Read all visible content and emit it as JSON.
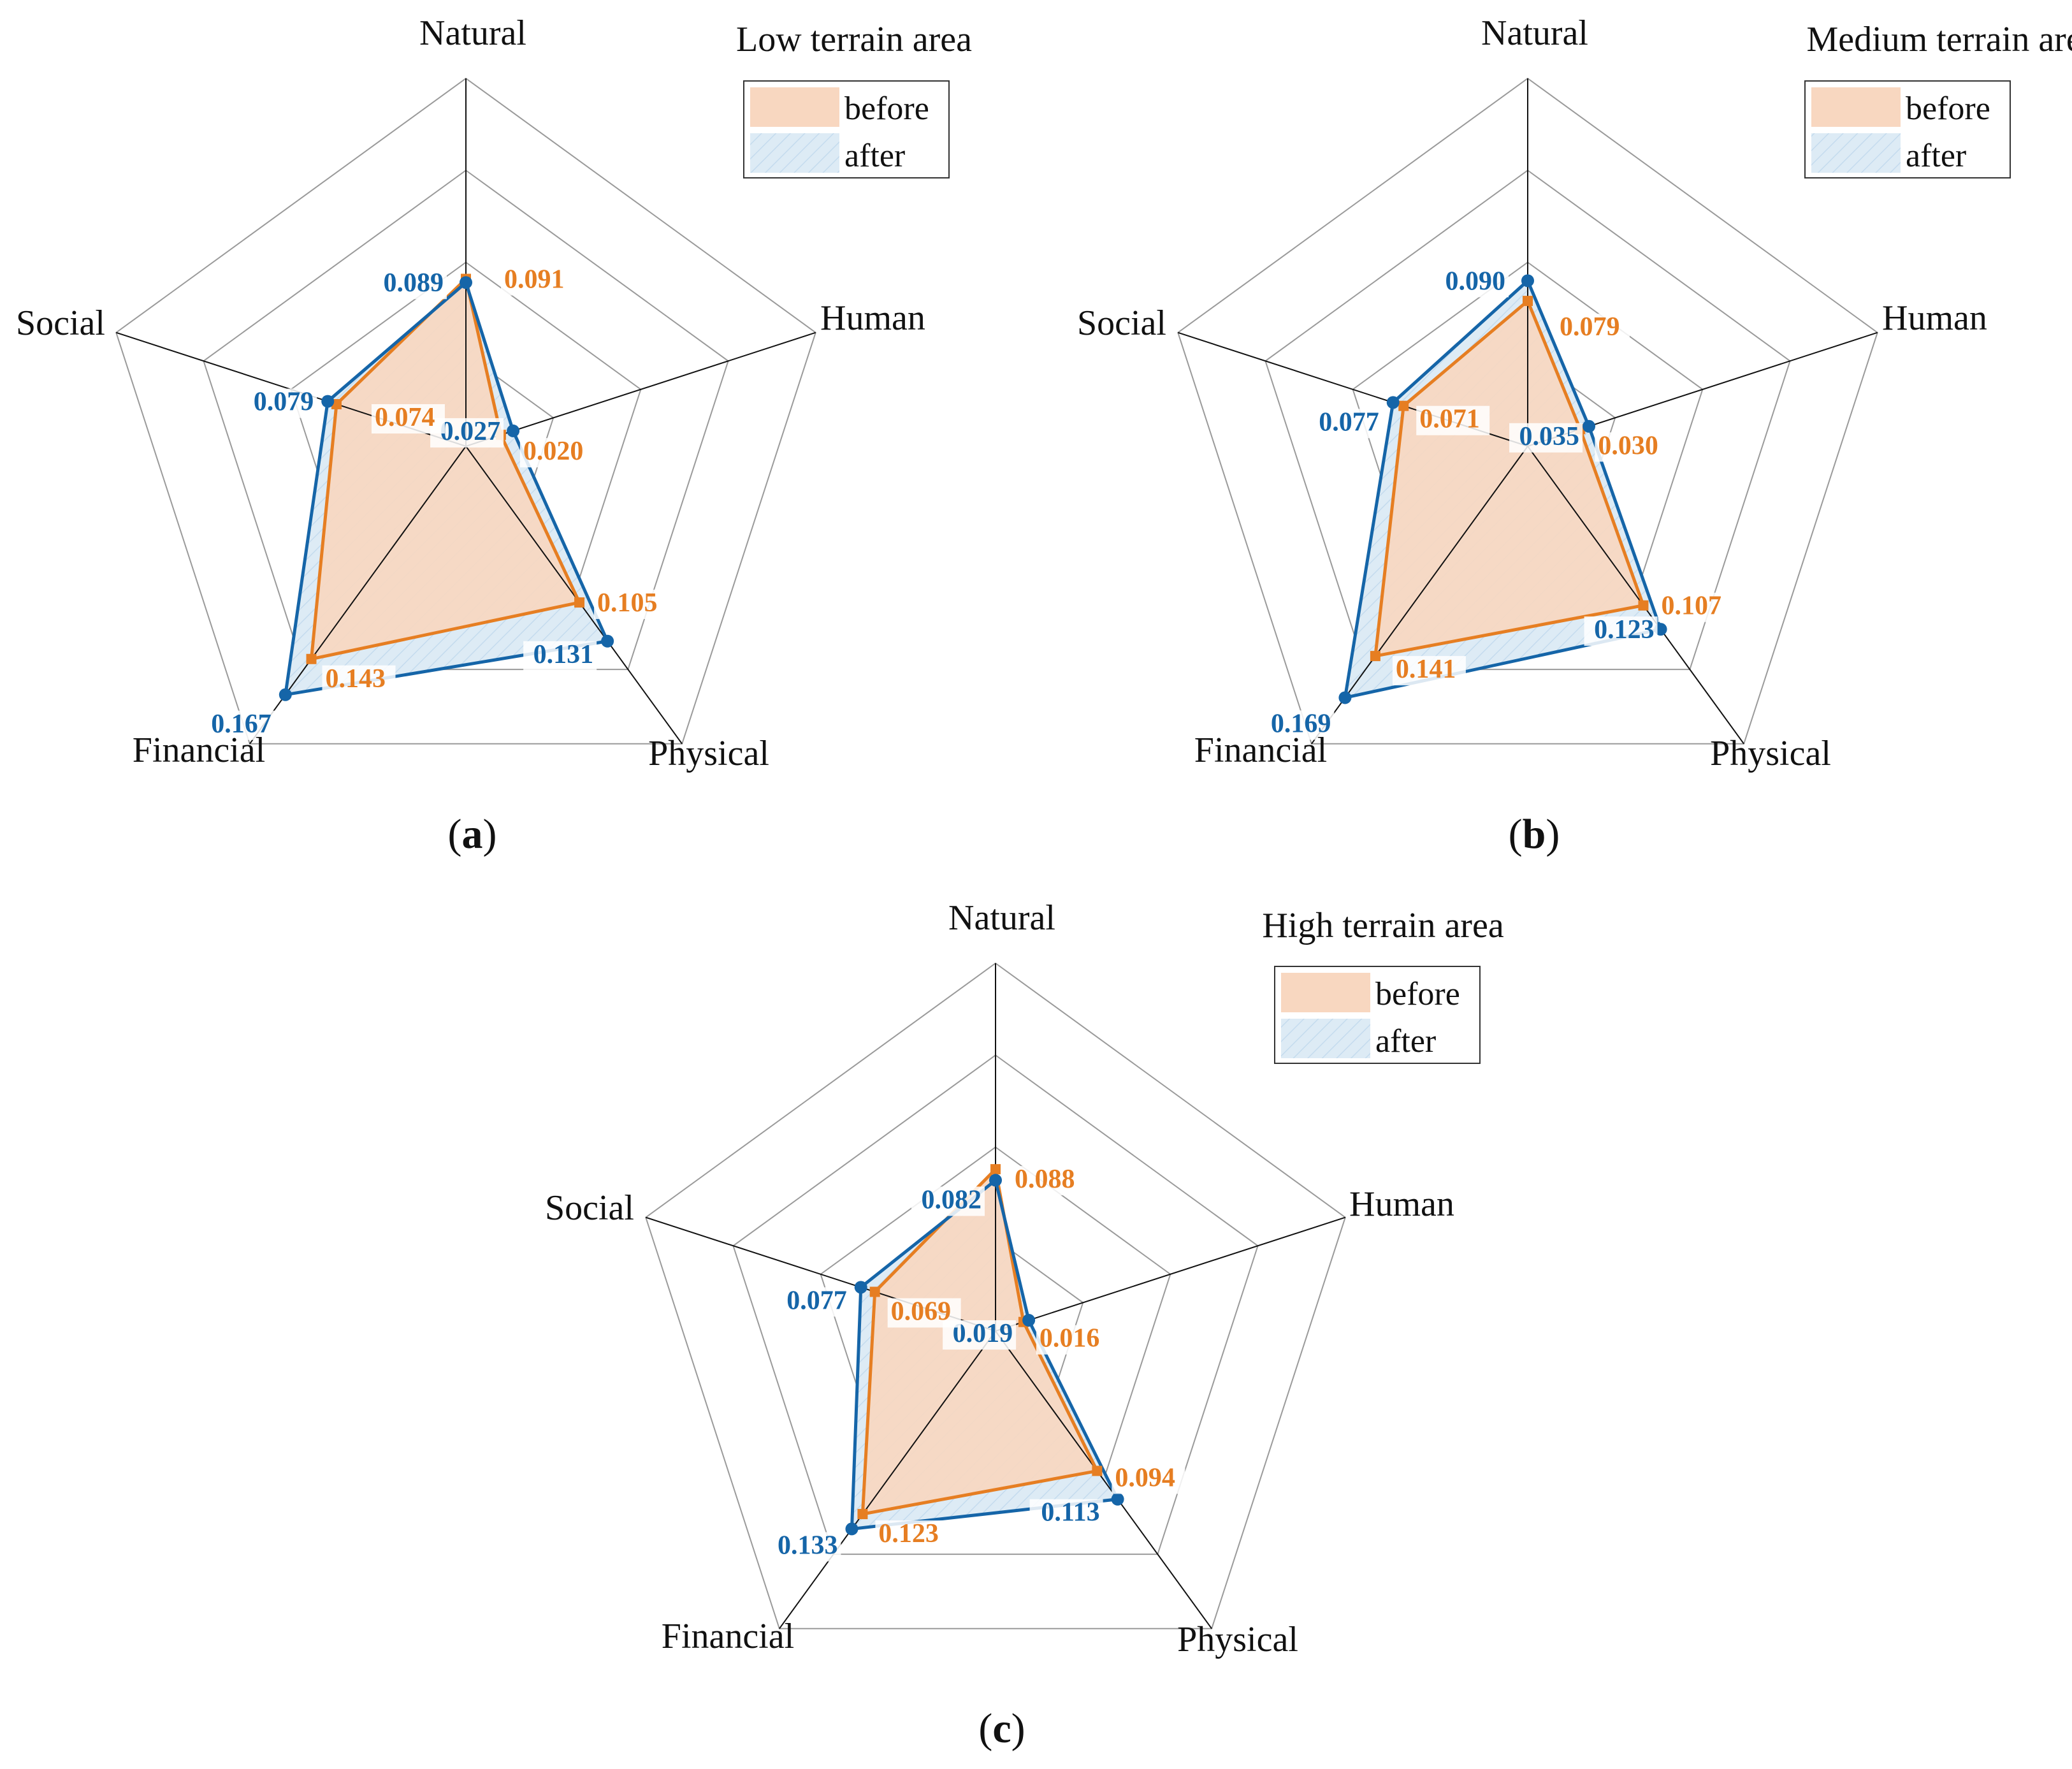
{
  "colors": {
    "before_line": "#E67E22",
    "before_fill": "#F8D7C0",
    "after_line": "#1565A8",
    "after_fill": "#DDEBF5",
    "axis": "#111111",
    "grid": "#9a9a9a"
  },
  "legend_labels": {
    "before": "before",
    "after": "after"
  },
  "chart_data": [
    {
      "type": "radar",
      "panel": "(a)",
      "title": "Low terrain area",
      "axes": [
        "Natural",
        "Human",
        "Physical",
        "Financial",
        "Social"
      ],
      "rmax": 0.2,
      "grid_levels": [
        0.05,
        0.1,
        0.15,
        0.2
      ],
      "series": [
        {
          "name": "before",
          "values": [
            0.091,
            0.02,
            0.105,
            0.143,
            0.074
          ],
          "labels": [
            "0.091",
            "0.020",
            "0.105",
            "0.143",
            "0.074"
          ]
        },
        {
          "name": "after",
          "values": [
            0.089,
            0.027,
            0.131,
            0.167,
            0.079
          ],
          "labels": [
            "0.089",
            "0.027",
            "0.131",
            "0.167",
            "0.079"
          ]
        }
      ]
    },
    {
      "type": "radar",
      "panel": "(b)",
      "title": "Medium terrain area",
      "axes": [
        "Natural",
        "Human",
        "Physical",
        "Financial",
        "Social"
      ],
      "rmax": 0.2,
      "grid_levels": [
        0.05,
        0.1,
        0.15,
        0.2
      ],
      "series": [
        {
          "name": "before",
          "values": [
            0.079,
            0.03,
            0.107,
            0.141,
            0.071
          ],
          "labels": [
            "0.079",
            "0.030",
            "0.107",
            "0.141",
            "0.071"
          ]
        },
        {
          "name": "after",
          "values": [
            0.09,
            0.035,
            0.123,
            0.169,
            0.077
          ],
          "labels": [
            "0.090",
            "0.035",
            "0.123",
            "0.169",
            "0.077"
          ]
        }
      ]
    },
    {
      "type": "radar",
      "panel": "(c)",
      "title": "High terrain area",
      "axes": [
        "Natural",
        "Human",
        "Physical",
        "Financial",
        "Social"
      ],
      "rmax": 0.2,
      "grid_levels": [
        0.05,
        0.1,
        0.15,
        0.2
      ],
      "series": [
        {
          "name": "before",
          "values": [
            0.088,
            0.016,
            0.094,
            0.123,
            0.069
          ],
          "labels": [
            "0.088",
            "0.016",
            "0.094",
            "0.123",
            "0.069"
          ]
        },
        {
          "name": "after",
          "values": [
            0.082,
            0.019,
            0.113,
            0.133,
            0.077
          ],
          "labels": [
            "0.082",
            "0.019",
            "0.113",
            "0.133",
            "0.077"
          ]
        }
      ]
    }
  ]
}
